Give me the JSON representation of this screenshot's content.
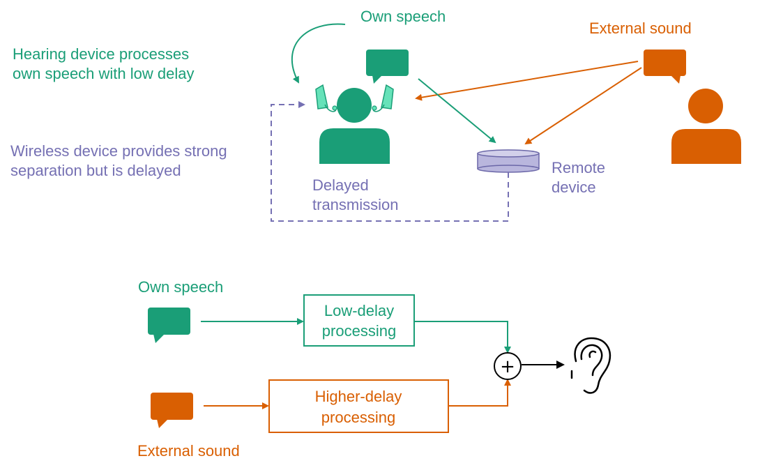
{
  "colors": {
    "green": "#1a9e77",
    "orange": "#d95f02",
    "purple": "#7570b3",
    "earpiece": "#66e2b9",
    "device_fill": "#b9b6dd",
    "black": "#000000"
  },
  "top": {
    "own_speech_label": "Own speech",
    "external_sound_label": "External sound",
    "hearing_note_line1": "Hearing device processes",
    "hearing_note_line2": "own speech with low delay",
    "wireless_note_line1": "Wireless device provides strong",
    "wireless_note_line2": "separation but is delayed",
    "delayed_line1": "Delayed",
    "delayed_line2": "transmission",
    "remote_line1": "Remote",
    "remote_line2": "device"
  },
  "bottom": {
    "own_speech_label": "Own speech",
    "external_sound_label": "External sound",
    "low_delay_line1": "Low-delay",
    "low_delay_line2": "processing",
    "high_delay_line1": "Higher-delay",
    "high_delay_line2": "processing",
    "sum_symbol": "+"
  },
  "icons": [
    "speech-bubble-icon",
    "person-icon",
    "hearing-aid-icon",
    "remote-device-icon",
    "ear-icon",
    "sum-junction-icon"
  ]
}
